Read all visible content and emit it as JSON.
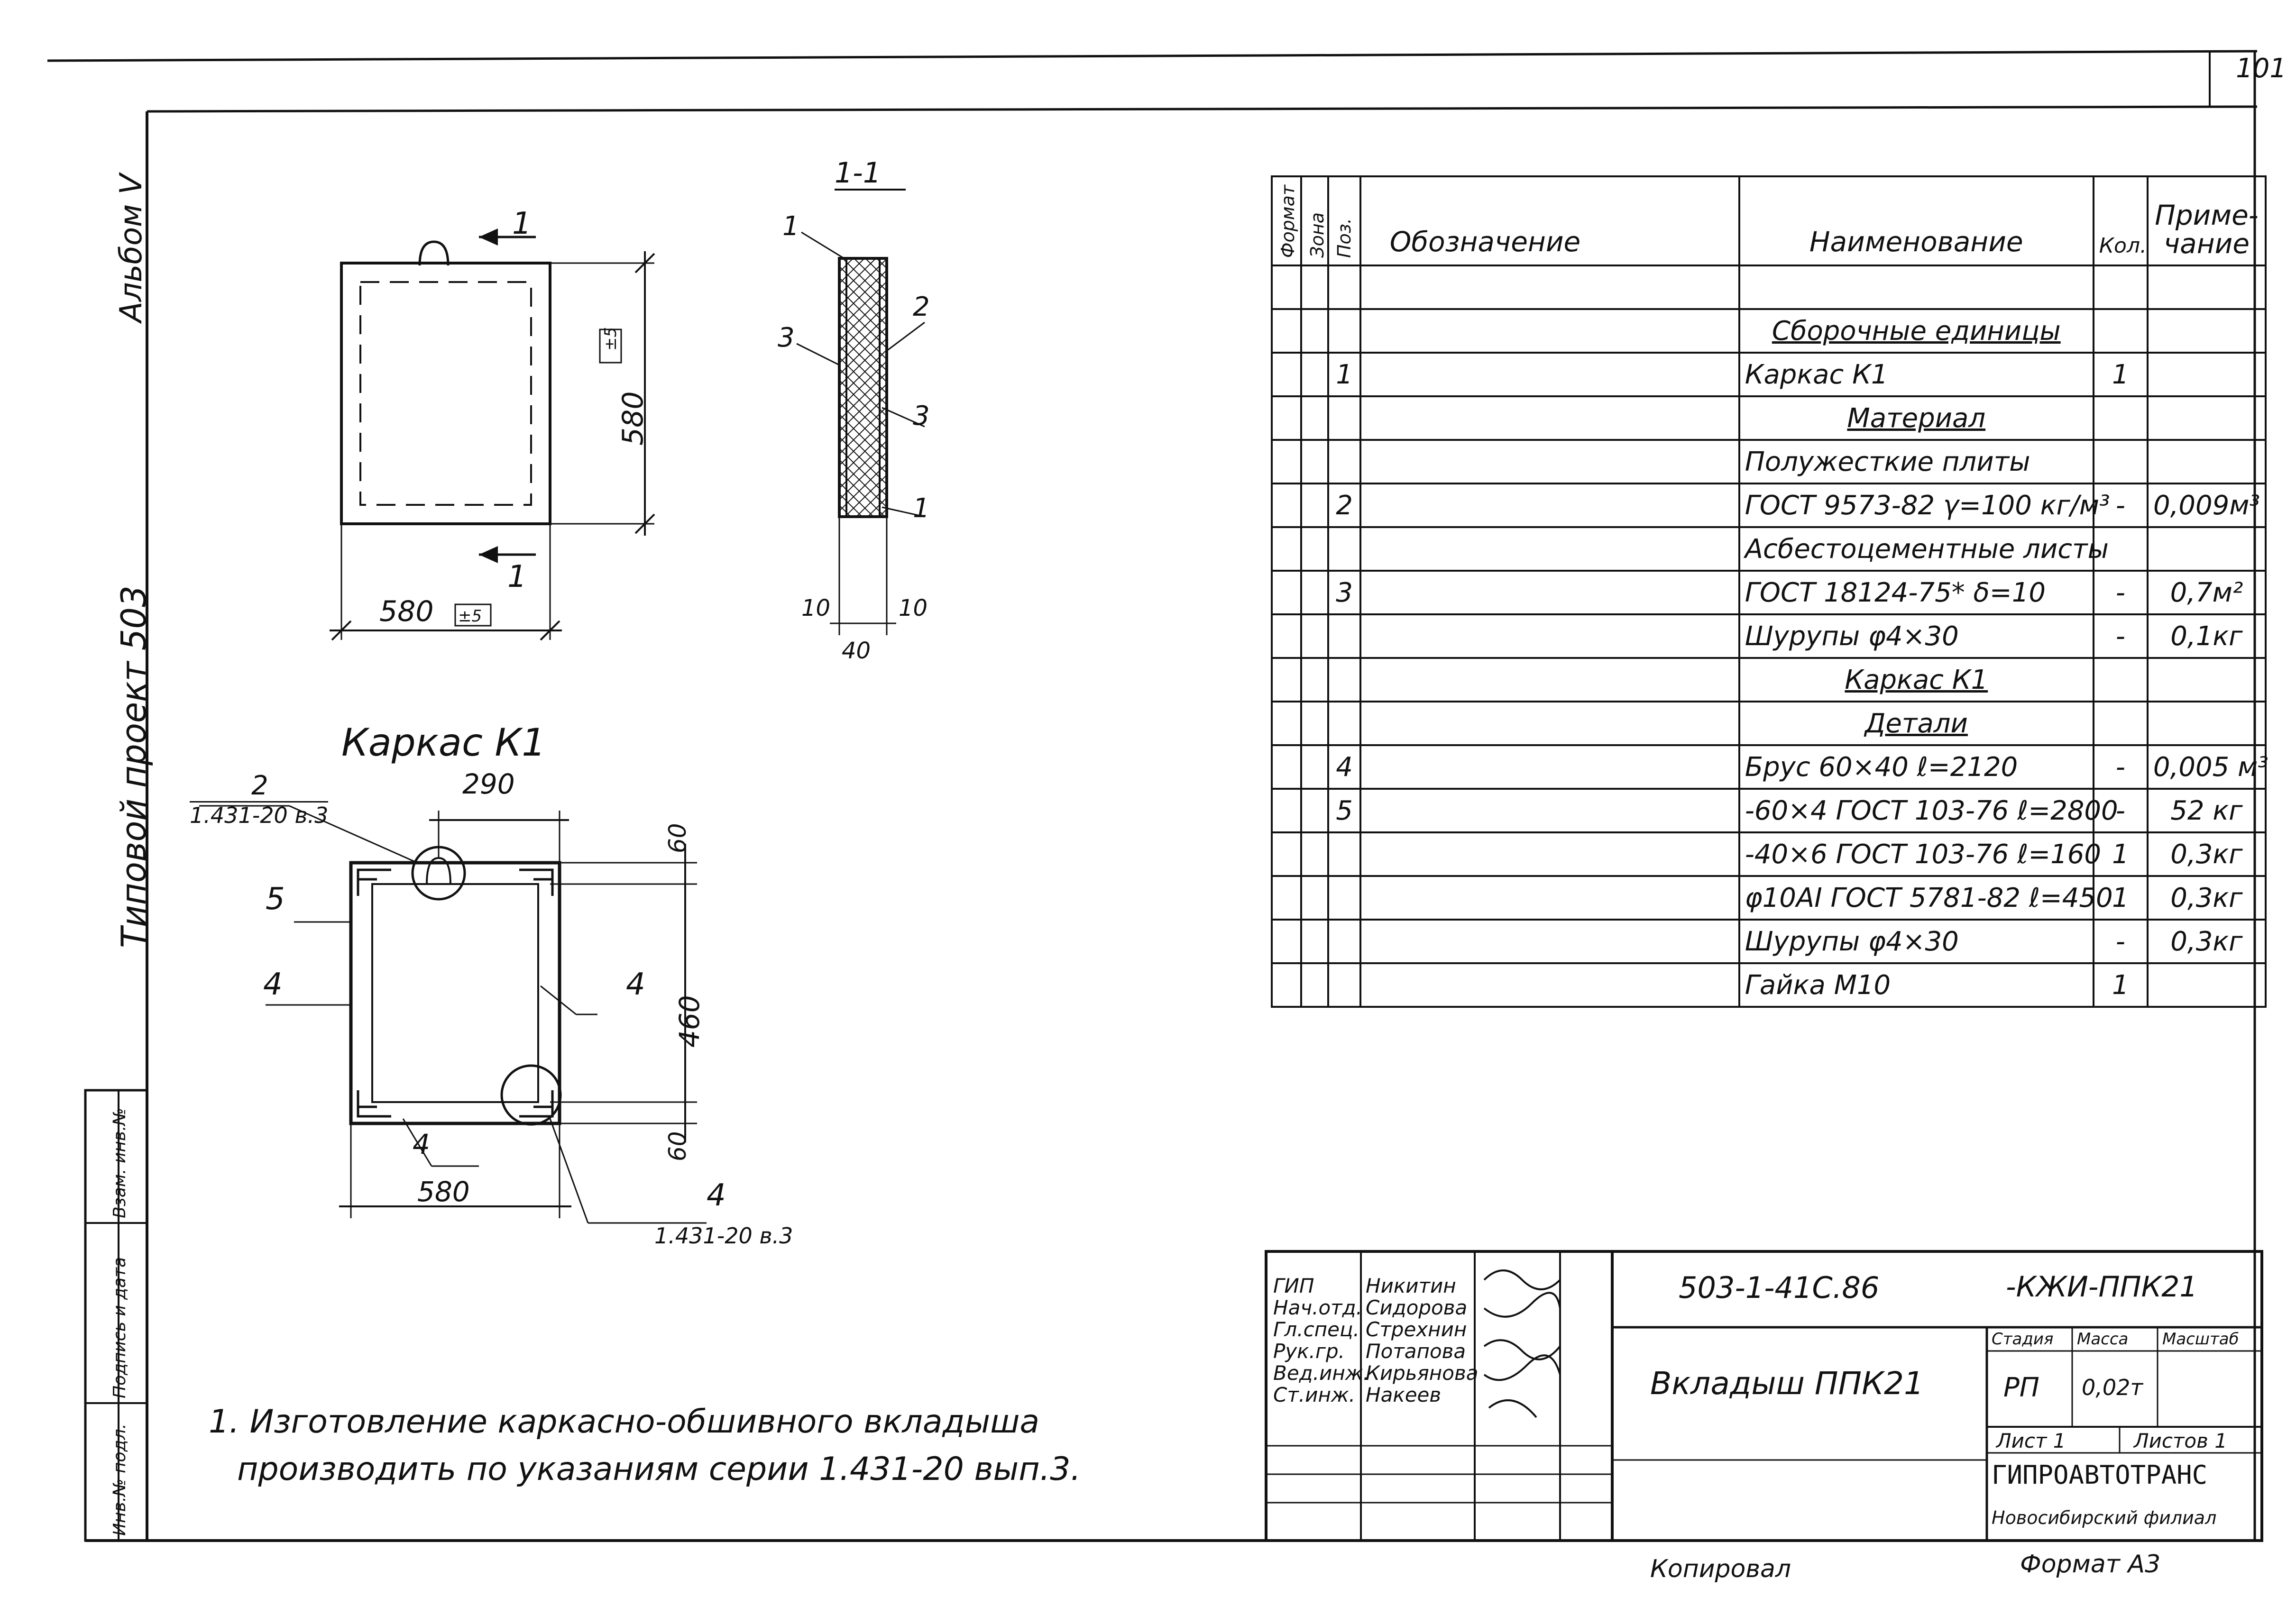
{
  "page_number": "101",
  "left_margin": {
    "album": "Альбом V",
    "project": "Типовой проект 503"
  },
  "stamp_side": [
    "Инв.№ подл.",
    "Подпись и дата",
    "Взам. инв.№"
  ],
  "section": {
    "title": "1-1",
    "labels": [
      "1",
      "2",
      "3",
      "3",
      "1"
    ],
    "dims": [
      "10",
      "10",
      "40"
    ]
  },
  "plan": {
    "cut_label": "1",
    "height_dim": "580",
    "width_dim": "580",
    "tol": "±5"
  },
  "frame": {
    "title": "Каркас К1",
    "ref_top_num": "2",
    "ref_top": "1.431-20 в.3",
    "ref_bottom_num": "4",
    "ref_bottom": "1.431-20 в.3",
    "dim_top": "290",
    "dim_right": "460",
    "dim_60_top": "60",
    "dim_60_bottom": "60",
    "dim_bottom": "580",
    "pos_5": "5",
    "pos_4_left": "4",
    "pos_4_right": "4",
    "pos_4_bottom": "4"
  },
  "spec": {
    "headers": {
      "format": "Формат",
      "zone": "Зона",
      "pos": "Поз.",
      "designation": "Обозначение",
      "name": "Наименование",
      "qty": "Кол.",
      "note": "Приме-чание"
    },
    "rows": [
      {
        "pos": "",
        "name": "",
        "qty": "",
        "note": ""
      },
      {
        "pos": "",
        "name": "Сборочные единицы",
        "qty": "",
        "note": "",
        "ul": true
      },
      {
        "pos": "1",
        "name": "Каркас    К1",
        "qty": "1",
        "note": ""
      },
      {
        "pos": "",
        "name": "Материал",
        "qty": "",
        "note": "",
        "ul": true
      },
      {
        "pos": "",
        "name": "Полужесткие плиты",
        "qty": "",
        "note": ""
      },
      {
        "pos": "2",
        "name": "ГОСТ 9573-82 γ=100 кг/м³",
        "qty": "-",
        "note": "0,009м³"
      },
      {
        "pos": "",
        "name": "Асбестоцементные листы",
        "qty": "",
        "note": ""
      },
      {
        "pos": "3",
        "name": "ГОСТ 18124-75* δ=10",
        "qty": "-",
        "note": "0,7м²"
      },
      {
        "pos": "",
        "name": "Шурупы φ4×30",
        "qty": "-",
        "note": "0,1кг"
      },
      {
        "pos": "",
        "name": "Каркас К1",
        "qty": "",
        "note": "",
        "ul": true
      },
      {
        "pos": "",
        "name": "Детали",
        "qty": "",
        "note": "",
        "ul": true
      },
      {
        "pos": "4",
        "name": "Брус 60×40  ℓ=2120",
        "qty": "-",
        "note": "0,005 м³"
      },
      {
        "pos": "5",
        "name": "-60×4 ГОСТ 103-76 ℓ=2800",
        "qty": "-",
        "note": "52 кг"
      },
      {
        "pos": "",
        "name": "-40×6 ГОСТ 103-76  ℓ=160",
        "qty": "1",
        "note": "0,3кг"
      },
      {
        "pos": "",
        "name": "φ10AI ГОСТ 5781-82 ℓ=450",
        "qty": "1",
        "note": "0,3кг"
      },
      {
        "pos": "",
        "name": "Шурупы φ4×30",
        "qty": "-",
        "note": "0,3кг"
      },
      {
        "pos": "",
        "name": "Гайка  М10",
        "qty": "1",
        "note": ""
      }
    ]
  },
  "note": {
    "line1": "1. Изготовление каркасно-обшивного вкладыша",
    "line2": "производить по указаниям серии 1.431-20 вып.3."
  },
  "title_block": {
    "roles": [
      "ГИП",
      "Нач.отд.",
      "Гл.спец.",
      "Рук.гр.",
      "Вед.инж.",
      "Ст.инж."
    ],
    "names": [
      "Никитин",
      "Сидорова",
      "Стрехнин",
      "Потапова",
      "Кирьянова",
      "Накеев"
    ],
    "code": "503-1-41С.86",
    "suffix": "-КЖИ-ППК21",
    "title": "Вкладыш ППК21",
    "stage_label": "Стадия",
    "mass_label": "Масса",
    "scale_label": "Масштаб",
    "stage": "РП",
    "mass": "0,02т",
    "sheet": "Лист 1",
    "sheets": "Листов 1",
    "org1": "ГИПРОАВТОТРАНС",
    "org2": "Новосибирский филиал"
  },
  "footer": {
    "copied": "Копировал",
    "format": "Формат А3"
  }
}
